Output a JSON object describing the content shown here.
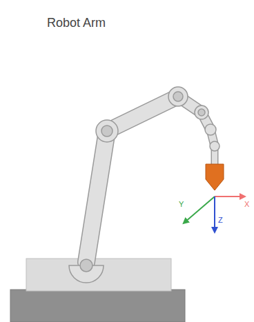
{
  "diagram": {
    "title": "Robot Arm",
    "labels": [
      "X",
      "Y",
      "Z"
    ]
  }
}
